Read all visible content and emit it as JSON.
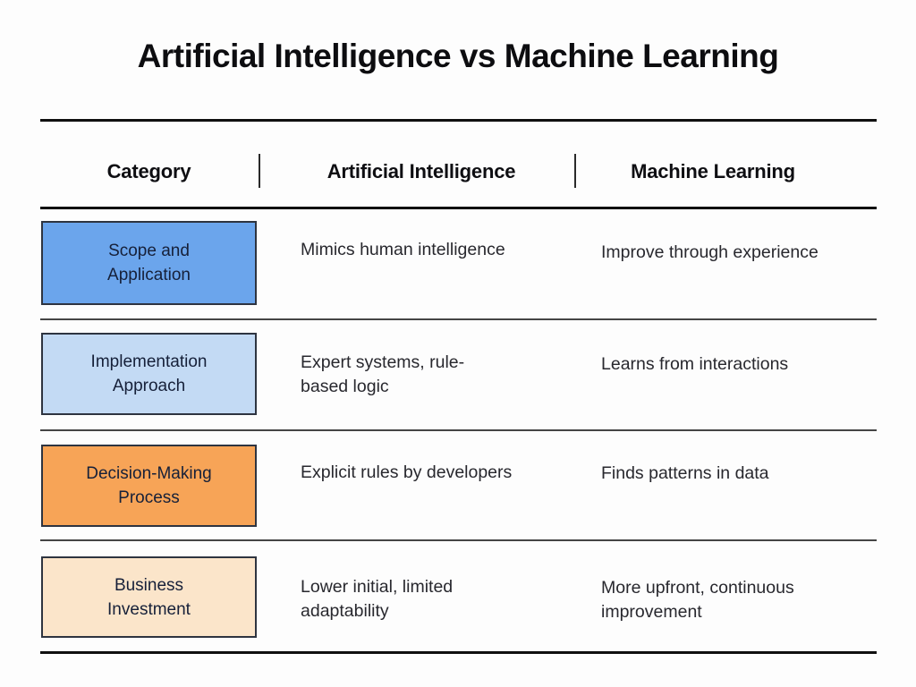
{
  "title": "Artificial Intelligence vs Machine Learning",
  "table": {
    "headers": {
      "category": "Category",
      "ai": "Artificial Intelligence",
      "ml": "Machine Learning"
    },
    "rows": [
      {
        "category": "Scope and Application",
        "ai": "Mimics human intelligence",
        "ml": "Improve through experience",
        "box_color": "#6ba5ec"
      },
      {
        "category": "Implementation Approach",
        "ai": "Expert systems, rule-based logic",
        "ml": "Learns from interactions",
        "box_color": "#c3daf4"
      },
      {
        "category": "Decision-Making Process",
        "ai": "Explicit rules by developers",
        "ml": "Finds patterns in data",
        "box_color": "#f7a457"
      },
      {
        "category": "Business Investment",
        "ai": "Lower initial, limited adaptability",
        "ml": "More upfront, continuous improvement",
        "box_color": "#fbe5ca"
      }
    ]
  },
  "colors": {
    "background": "#fdfdfd",
    "box_border": "#2e3440",
    "box_text": "#162039",
    "body_text": "#28282e",
    "heading_text": "#0d0d10",
    "thick_line": "#101010",
    "thin_line": "#454545"
  }
}
